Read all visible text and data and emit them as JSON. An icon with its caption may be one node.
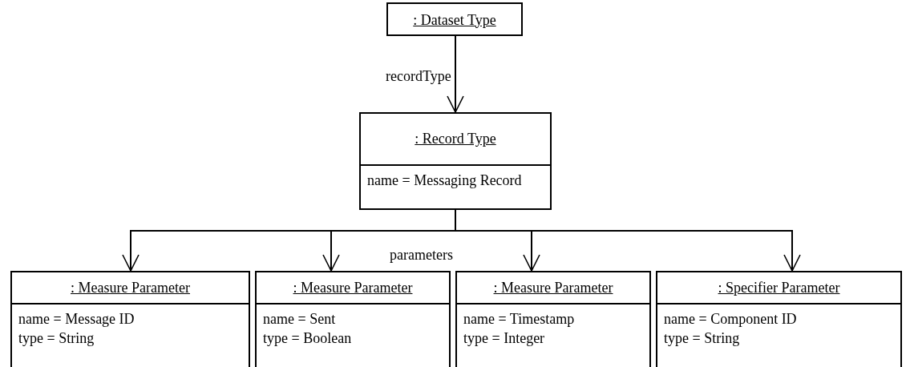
{
  "diagram": {
    "nodes": [
      {
        "text": [
          ": Dataset Type"
        ]
      },
      {
        "text": [
          ": Record Type",
          "name = Messaging Record"
        ]
      },
      {
        "text": [
          ": Measure Parameter",
          "name = Message ID",
          "type = String"
        ]
      },
      {
        "text": [
          ": Measure Parameter",
          "name = Sent",
          "type = Boolean"
        ]
      },
      {
        "text": [
          ": Measure Parameter",
          "name = Timestamp",
          "type = Integer"
        ]
      },
      {
        "text": [
          ": Specifier Parameter",
          "name = Component ID",
          "type = String"
        ]
      }
    ],
    "edges": [
      {
        "from": 0,
        "to": 1,
        "arrow": "to",
        "label": "recordType"
      },
      {
        "from": 1,
        "to": 2,
        "arrow": "to"
      },
      {
        "from": 1,
        "to": 3,
        "arrow": "to"
      },
      {
        "from": 1,
        "to": 4,
        "arrow": "to"
      },
      {
        "from": 1,
        "to": 5,
        "arrow": "to"
      }
    ],
    "labels": [
      "parameters"
    ]
  }
}
